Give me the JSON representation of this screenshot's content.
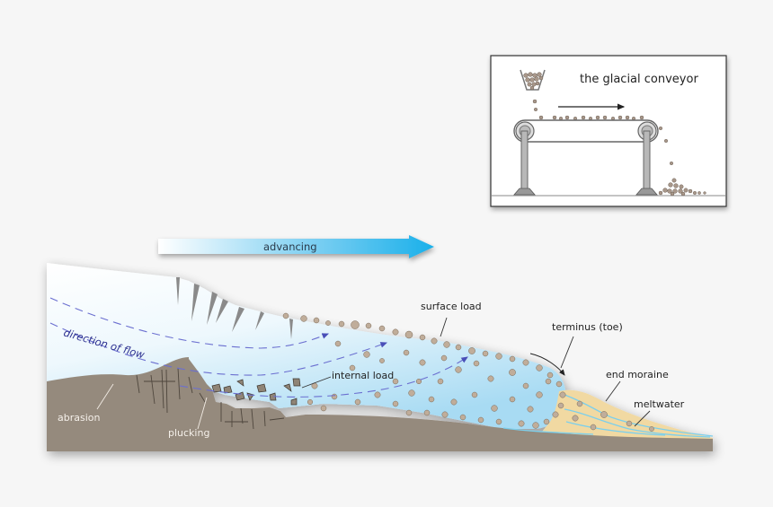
{
  "inset": {
    "title": "the glacial conveyor"
  },
  "advance_arrow": {
    "label": "advancing",
    "color_start": "#ffffff",
    "color_end": "#1ab0ea"
  },
  "labels": {
    "direction_of_flow": "direction of flow",
    "surface_load": "surface load",
    "internal_load": "internal load",
    "terminus": "terminus (toe)",
    "end_moraine": "end moraine",
    "meltwater": "meltwater",
    "abrasion": "abrasion",
    "plucking": "plucking"
  },
  "colors": {
    "background": "#f6f6f6",
    "bedrock": "#958a7d",
    "ice_top": "#ffffff",
    "ice_deep": "#a9dcf4",
    "moraine": "#f1d9a2",
    "flow_lines": "#5b5fc4",
    "flow_text": "#2b2f8f",
    "rocks": "#bfae9c"
  }
}
